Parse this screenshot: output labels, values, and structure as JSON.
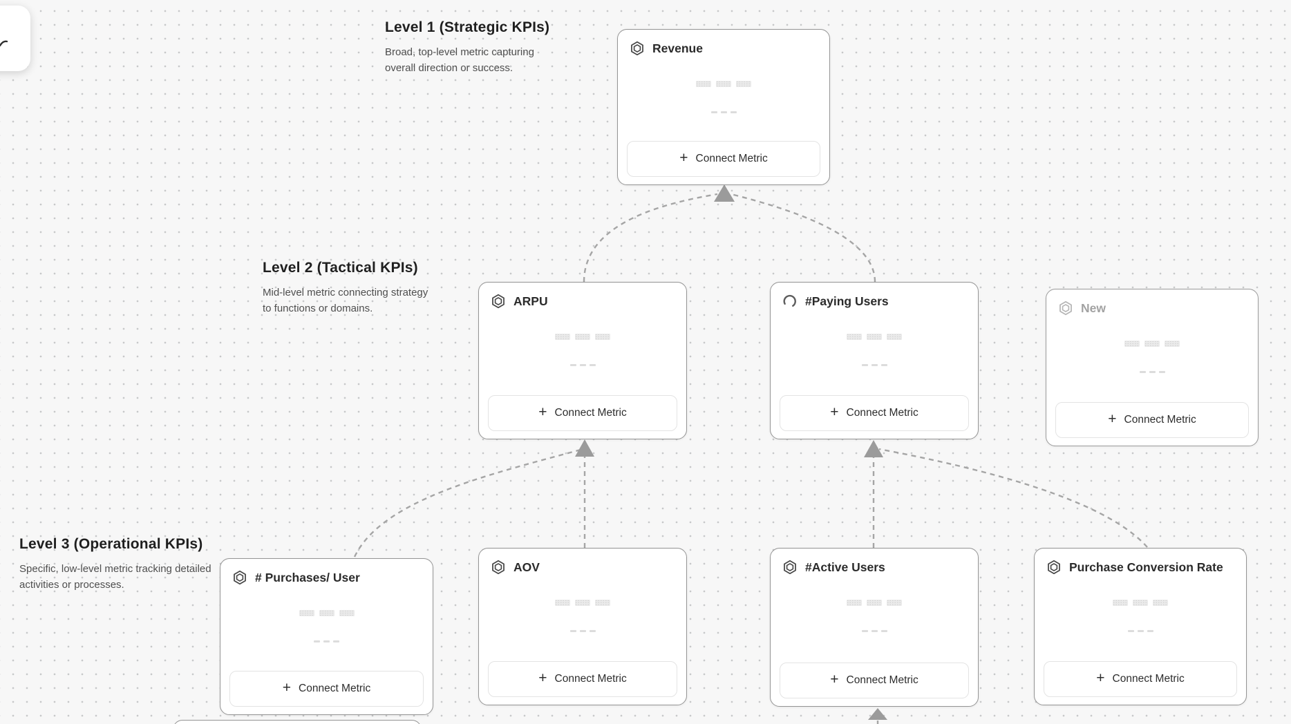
{
  "app": {
    "view": "metric-tree-canvas"
  },
  "ui": {
    "plus_glyph": "+"
  },
  "colors": {
    "background": "#f7f7f7",
    "grid_dot": "#c7c8c9",
    "card_border": "#949494",
    "connector": "#a5a5a5",
    "arrowhead": "#9b9b9b",
    "title_text": "#2b2b2b",
    "muted_text": "#4e4e4e",
    "draft_text": "#a2a2a2",
    "skeleton": "#eaeaea"
  },
  "sections": {
    "level1": {
      "title": "Level 1 (Strategic KPIs)",
      "description": "Broad, top-level metric capturing overall direction or success."
    },
    "level2": {
      "title": "Level 2 (Tactical KPIs)",
      "description": "Mid-level metric connecting strategy to functions or domains."
    },
    "level3": {
      "title": "Level 3 (Operational KPIs)",
      "description": "Specific, low-level metric tracking detailed activities or processes."
    }
  },
  "cards": {
    "revenue": {
      "title": "Revenue",
      "icon": "metric-hexagon-icon",
      "button_label": "Connect Metric"
    },
    "arpu": {
      "title": "ARPU",
      "icon": "metric-hexagon-icon",
      "button_label": "Connect Metric"
    },
    "paying_users": {
      "title": "#Paying Users",
      "icon": "loading-spinner-icon",
      "button_label": "Connect Metric"
    },
    "new_metric": {
      "title": "New",
      "icon": "metric-hexagon-icon",
      "button_label": "Connect Metric"
    },
    "purchases_per_user": {
      "title": "# Purchases/ User",
      "icon": "metric-hexagon-icon",
      "button_label": "Connect Metric"
    },
    "aov": {
      "title": "AOV",
      "icon": "metric-hexagon-icon",
      "button_label": "Connect Metric"
    },
    "active_users": {
      "title": "#Active Users",
      "icon": "metric-hexagon-icon",
      "button_label": "Connect Metric"
    },
    "purchase_conversion_rate": {
      "title": "Purchase Conversion Rate",
      "icon": "metric-hexagon-icon",
      "button_label": "Connect Metric"
    }
  }
}
